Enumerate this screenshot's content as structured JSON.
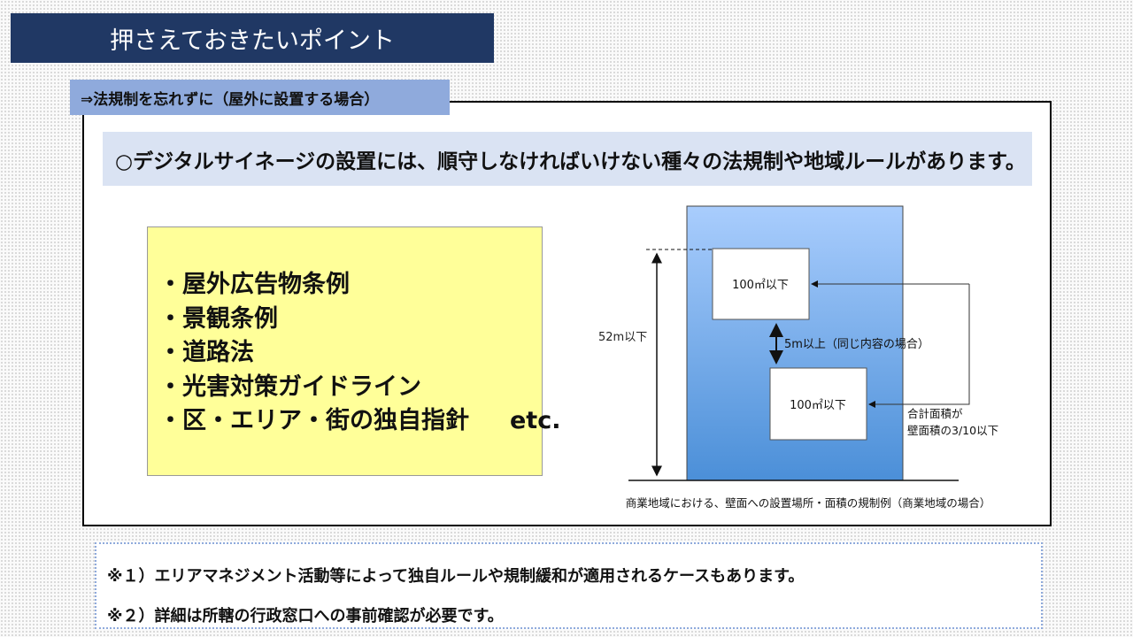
{
  "header": {
    "title": "押さえておきたいポイント",
    "subtitle": "⇒法規制を忘れずに（屋外に設置する場合）"
  },
  "banner": "○デジタルサイネージの設置には、順守しなければいけない種々の法規制や地域ルールがあります。",
  "regulations": [
    "・屋外広告物条例",
    "・景観条例",
    "・道路法",
    "・光害対策ガイドライン",
    "・区・エリア・街の独自指針"
  ],
  "regulations_suffix": "etc.",
  "diagram": {
    "box_top": "100㎡以下",
    "box_bottom": "100㎡以下",
    "height_limit": "52m以下",
    "spacing": "5m以上（同じ内容の場合）",
    "total_line1": "合計面積が",
    "total_line2": "壁面積の3/10以下",
    "caption": "商業地域における、壁面への設置場所・面積の規制例（商業地域の場合）"
  },
  "notes": [
    "※１）エリアマネジメント活動等によって独自ルールや規制緩和が適用されるケースもあります。",
    "※２）詳細は所轄の行政窓口への事前確認が必要です。"
  ]
}
